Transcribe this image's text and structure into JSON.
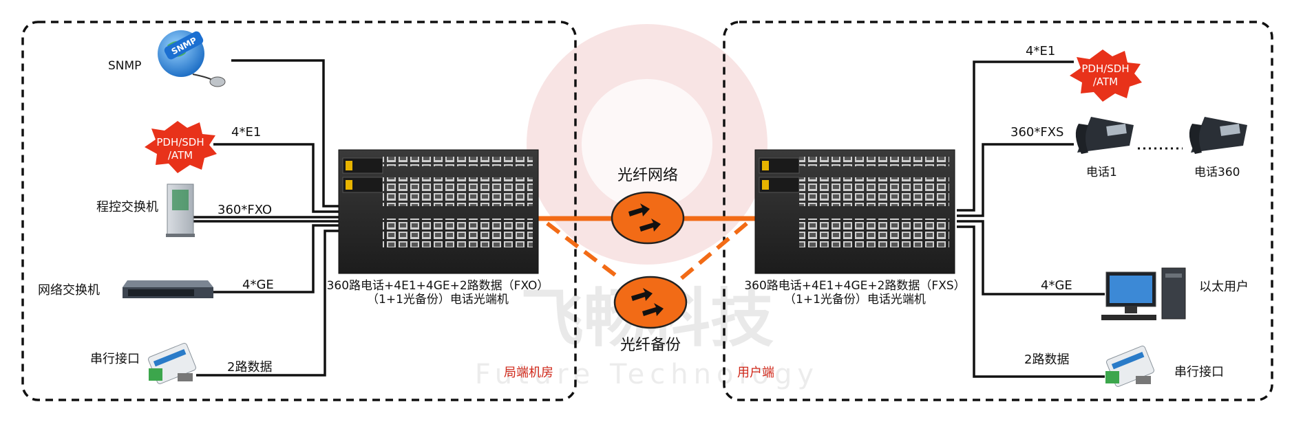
{
  "watermark": {
    "brand_cn": "飞畅科技",
    "brand_en": "Future Technology"
  },
  "left_site": {
    "zone_label": "局端机房",
    "device_caption_line1": "360路电话+4E1+4GE+2路数据（FXO）",
    "device_caption_line2": "（1+1光备份）电话光端机",
    "peripherals": {
      "snmp": "SNMP",
      "snmp_badge": "SNMP",
      "pdh_badge_line1": "PDH/SDH",
      "pdh_badge_line2": "/ATM",
      "pbx": "程控交换机",
      "network_switch": "网络交换机",
      "serial_port": "串行接口"
    },
    "link_labels": {
      "e1": "4*E1",
      "fxo": "360*FXO",
      "ge": "4*GE",
      "data": "2路数据"
    }
  },
  "right_site": {
    "zone_label": "用户端",
    "device_caption_line1": "360路电话+4E1+4GE+2路数据（FXS）",
    "device_caption_line2": "（1+1光备份）电话光端机",
    "peripherals": {
      "pdh_badge_line1": "PDH/SDH",
      "pdh_badge_line2": "/ATM",
      "phone1": "电话1",
      "phone360": "电话360",
      "ethernet_user": "以太用户",
      "serial_port": "串行接口"
    },
    "link_labels": {
      "e1": "4*E1",
      "fxs": "360*FXS",
      "ge": "4*GE",
      "data": "2路数据"
    }
  },
  "network": {
    "primary_label": "光纤网络",
    "backup_label": "光纤备份"
  },
  "colors": {
    "fiber": "#f26b16",
    "wire": "#111111",
    "zone_label": "#d0281a",
    "burst": "#e8321a",
    "device": "#2c2c2c"
  }
}
